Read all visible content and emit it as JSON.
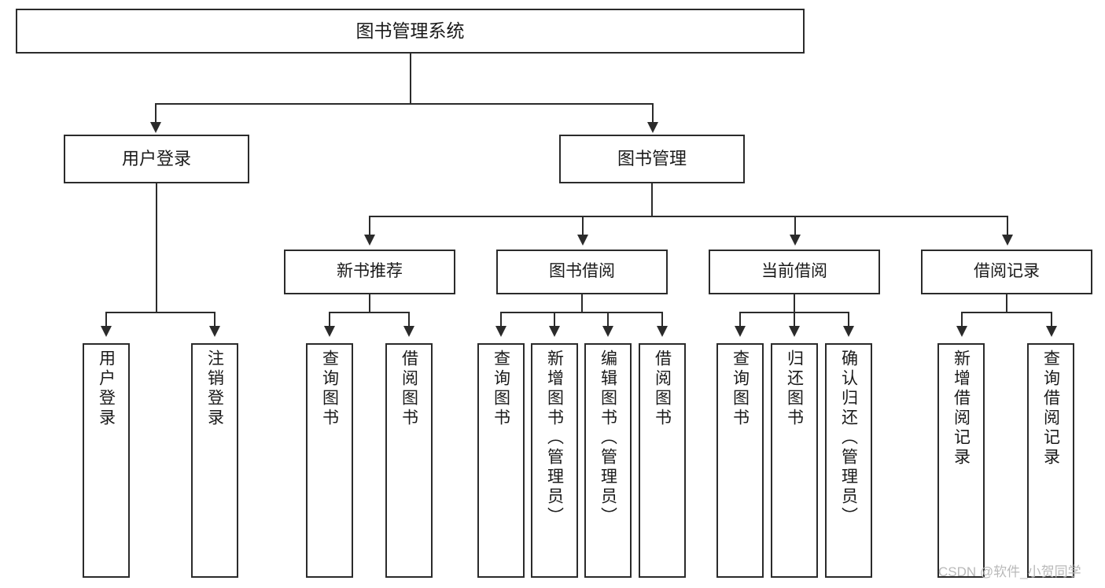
{
  "diagram": {
    "type": "tree-hierarchy-chart",
    "title": "图书管理系统",
    "root": {
      "label": "图书管理系统"
    },
    "level2": [
      {
        "label": "用户登录"
      },
      {
        "label": "图书管理"
      }
    ],
    "level3": [
      {
        "label": "新书推荐"
      },
      {
        "label": "图书借阅"
      },
      {
        "label": "当前借阅"
      },
      {
        "label": "借阅记录"
      }
    ],
    "leaves": {
      "user_login": [
        {
          "label": "用户登录"
        },
        {
          "label": "注销登录"
        }
      ],
      "new_book_recommend": [
        {
          "label": "查询图书"
        },
        {
          "label": "借阅图书"
        }
      ],
      "book_borrow": [
        {
          "label": "查询图书"
        },
        {
          "label": "新增图书（管理员）"
        },
        {
          "label": "编辑图书（管理员）"
        },
        {
          "label": "借阅图书"
        }
      ],
      "current_borrow": [
        {
          "label": "查询图书"
        },
        {
          "label": "归还图书"
        },
        {
          "label": "确认归还（管理员）"
        }
      ],
      "borrow_record": [
        {
          "label": "新增借阅记录"
        },
        {
          "label": "查询借阅记录"
        }
      ]
    }
  },
  "watermark": {
    "text": "CSDN @软件_小贺同学"
  },
  "colors": {
    "stroke": "#2b2b2b",
    "fill": "#ffffff",
    "text": "#1a1a1a",
    "watermark": "#b9b9b9"
  }
}
